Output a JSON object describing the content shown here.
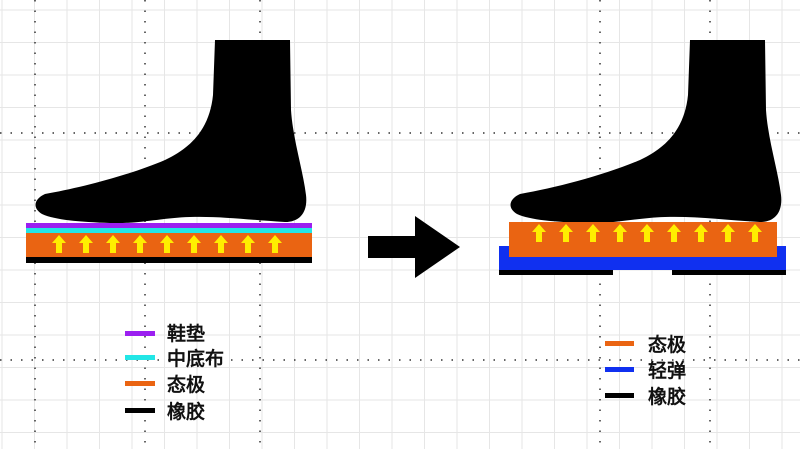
{
  "colors": {
    "insole": "#9b1ff0",
    "midsole_cloth": "#22e6e6",
    "foam": "#ea6412",
    "light_bounce": "#1030f0",
    "rubber": "#000000",
    "arrow": "#ffee00"
  },
  "left_legend": [
    {
      "label": "鞋垫",
      "color": "#9b1ff0"
    },
    {
      "label": "中底布",
      "color": "#22e6e6"
    },
    {
      "label": "态极",
      "color": "#ea6412"
    },
    {
      "label": "橡胶",
      "color": "#000000"
    }
  ],
  "right_legend": [
    {
      "label": "态极",
      "color": "#ea6412"
    },
    {
      "label": "轻弹",
      "color": "#1030f0"
    },
    {
      "label": "橡胶",
      "color": "#000000"
    }
  ],
  "icons": {
    "transition": "right-arrow-icon",
    "foot": "foot-icon",
    "pressure": "up-arrow-icon"
  }
}
